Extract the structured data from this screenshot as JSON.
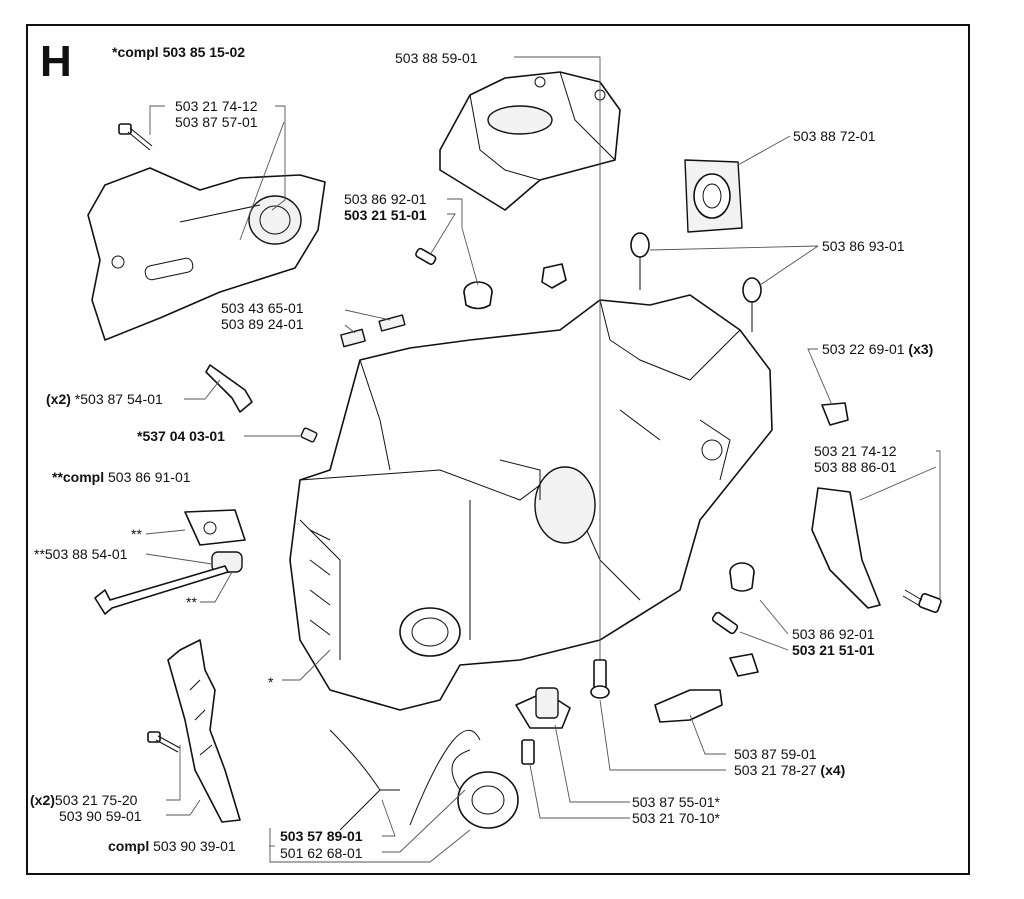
{
  "section_letter": "H",
  "labels": {
    "compl_top": {
      "prefix": "*compl 503 85 15-02"
    },
    "l_50388591": "503 88 59-01",
    "l_50321741_a": "503 21 74-12",
    "l_50387571": "503 87 57-01",
    "l_50388721": "503 88 72-01",
    "l_50386921_a": "503 86 92-01",
    "l_50321511_a": "503 21 51-01",
    "l_50386931": "503 86 93-01",
    "l_50343651": "503 43 65-01",
    "l_50389241": "503 89 24-01",
    "l_50322691": "503 22 69-01",
    "l_50322691_qty": "(x3)",
    "l_50387541_qty": "(x2)",
    "l_50387541": "*503 87 54-01",
    "l_53704031": "*537 04 03-01",
    "l_50321741_b": "503 21 74-12",
    "l_50388861": "503 88 86-01",
    "l_compl_50386911_prefix": "**compl",
    "l_compl_50386911": "503 86 91-01",
    "l_doublestar_a": "**",
    "l_50388541": "**503 88 54-01",
    "l_doublestar_b": "**",
    "l_star": "*",
    "l_50386921_b": "503 86 92-01",
    "l_50321511_b": "503 21 51-01",
    "l_50387591": "503 87 59-01",
    "l_50321782": "503 21 78-27",
    "l_50321782_qty": "(x4)",
    "l_50321752_qty": "(x2)",
    "l_50321752": "503 21 75-20",
    "l_50390591": "503 90 59-01",
    "l_50387551": "503 87 55-01*",
    "l_50321701": "503 21 70-10*",
    "l_50357891": "503 57 89-01",
    "l_50162681": "501 62 68-01",
    "l_compl_50390391_prefix": "compl",
    "l_compl_50390391": "503 90 39-01"
  }
}
